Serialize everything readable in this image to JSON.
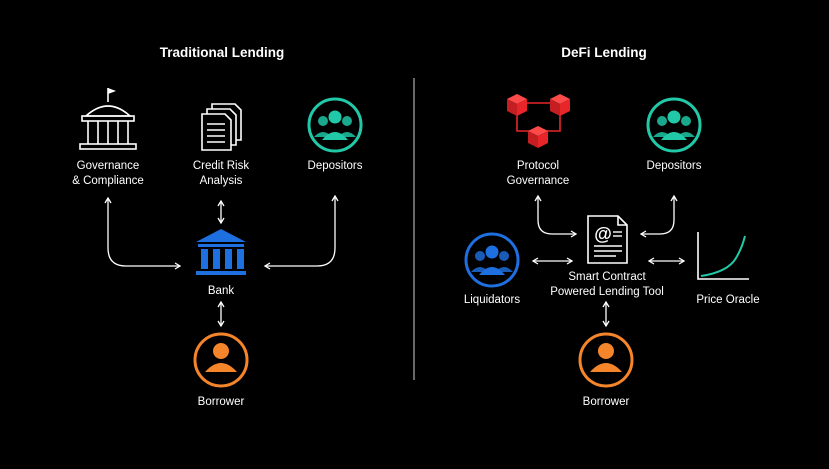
{
  "left": {
    "title": "Traditional Lending",
    "governance": [
      "Governance",
      "& Compliance"
    ],
    "credit": [
      "Credit Risk",
      "Analysis"
    ],
    "depositors": "Depositors",
    "bank": "Bank",
    "borrower": "Borrower"
  },
  "right": {
    "title": "DeFi Lending",
    "governance": [
      "Protocol",
      "Governance"
    ],
    "depositors": "Depositors",
    "smart_contract": [
      "Smart Contract",
      "Powered Lending Tool"
    ],
    "liquidators": "Liquidators",
    "oracle": "Price Oracle",
    "borrower": "Borrower"
  },
  "colors": {
    "teal": "#22c9a8",
    "blue": "#1e6fe0",
    "orange": "#f5852b",
    "red": "#e8262a",
    "white": "#ffffff"
  },
  "icons": [
    "building-columns-icon",
    "documents-icon",
    "users-group-icon",
    "bank-icon",
    "user-icon",
    "blocks-network-icon",
    "contract-icon",
    "price-curve-icon"
  ]
}
